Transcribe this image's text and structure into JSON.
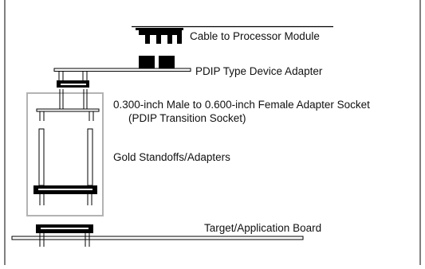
{
  "labels": {
    "cable": "Cable to Processor Module",
    "pdip_adapter": "PDIP Type Device Adapter",
    "transition_line1": "0.300-inch Male to 0.600-inch Female Adapter Socket",
    "transition_line2": "(PDIP Transition Socket)",
    "standoffs": "Gold Standoffs/Adapters",
    "target_board": "Target/Application Board"
  },
  "colors": {
    "line": "#000000",
    "frame": "#b3b3b3",
    "text": "#111111"
  }
}
